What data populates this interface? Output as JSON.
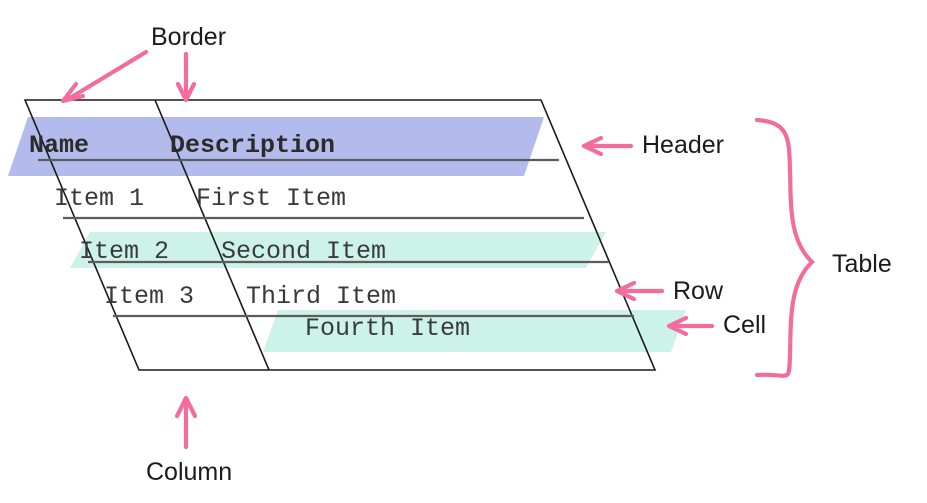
{
  "diagram": {
    "title": "HTML table anatomy diagram",
    "colors": {
      "accent_pink": "#f26d9c",
      "header_band": "#b2bbeb",
      "row_band": "#cdf2ea",
      "outline": "#1a1a1a",
      "rule": "#5c5c5c",
      "text": "#333333",
      "label_text": "#1b1b1b",
      "background": "#ffffff"
    },
    "annotations": [
      {
        "id": "border",
        "label": "Border",
        "arrows": 2,
        "points_to": "table-outline-and-column-divider"
      },
      {
        "id": "header",
        "label": "Header",
        "arrows": 1,
        "points_to": "header-band"
      },
      {
        "id": "table",
        "label": "Table",
        "arrows": 0,
        "points_to": "whole-table",
        "marker": "curly-brace"
      },
      {
        "id": "row",
        "label": "Row",
        "arrows": 1,
        "points_to": "item-3-row"
      },
      {
        "id": "cell",
        "label": "Cell",
        "arrows": 1,
        "points_to": "fourth-item-cell"
      },
      {
        "id": "column",
        "label": "Column",
        "arrows": 1,
        "points_to": "name-column"
      }
    ],
    "table": {
      "columns": [
        "Name",
        "Description"
      ],
      "header": {
        "name": "Name",
        "description": "Description",
        "highlighted": true
      },
      "rows": [
        {
          "name": "Item 1",
          "description": "First Item",
          "highlighted": false
        },
        {
          "name": "Item 2",
          "description": "Second Item",
          "highlighted": true
        },
        {
          "name": "Item 3",
          "description": "Third Item",
          "highlighted": false
        }
      ],
      "floating_cell": {
        "text": "Fourth Item",
        "highlighted": true
      }
    }
  }
}
